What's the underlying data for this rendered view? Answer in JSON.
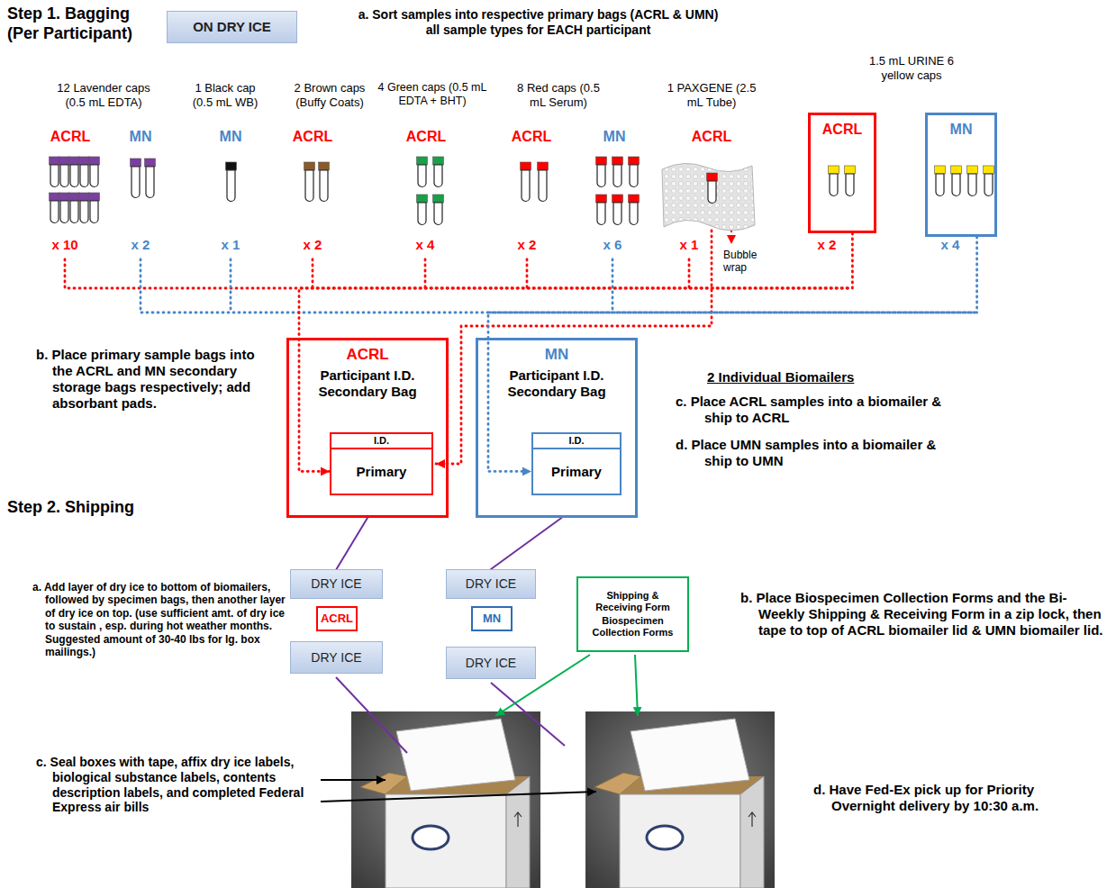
{
  "diagram": {
    "nodes": [
      {
        "text": [
          "ON DRY ICE"
        ]
      },
      {
        "text": [
          "ACRL"
        ]
      },
      {
        "text": [
          "MN"
        ]
      },
      {
        "text": [
          "ACRL",
          "Participant I.D. Secondary Bag"
        ]
      },
      {
        "text": [
          "I.D.",
          "Primary"
        ],
        "in": 3
      },
      {
        "text": [
          "MN",
          "Participant I.D. Secondary Bag"
        ]
      },
      {
        "text": [
          "I.D.",
          "Primary"
        ],
        "in": 5
      },
      {
        "text": [
          "DRY ICE"
        ]
      },
      {
        "text": [
          "ACRL"
        ]
      },
      {
        "text": [
          "DRY ICE"
        ]
      },
      {
        "text": [
          "DRY ICE"
        ]
      },
      {
        "text": [
          "MN"
        ]
      },
      {
        "text": [
          "DRY ICE"
        ]
      },
      {
        "text": [
          "Shipping & Receiving Form",
          "Biospecimen Collection Forms"
        ]
      }
    ],
    "edges": [
      {
        "from": 1,
        "to": 4,
        "arrow": "to"
      },
      {
        "from": 2,
        "to": 6,
        "arrow": "to"
      },
      {
        "from": 3,
        "to": 7,
        "arrow": "none"
      },
      {
        "from": 5,
        "to": 10,
        "arrow": "none"
      }
    ],
    "labels": [
      "Step 1. Bagging (Per Participant)",
      "a. Sort samples into respective primary bags (ACRL & UMN) all sample types for EACH participant",
      "12 Lavender caps (0.5 mL EDTA)",
      "1 Black cap (0.5 mL WB)",
      "2 Brown caps (Buffy Coats)",
      "4 Green caps (0.5 mL EDTA + BHT)",
      "8 Red caps (0.5 mL Serum)",
      "1 PAXGENE (2.5 mL Tube)",
      "1.5 mL URINE 6 yellow caps",
      "ACRL",
      "MN",
      "MN",
      "ACRL",
      "ACRL",
      "ACRL",
      "MN",
      "ACRL",
      "x 10",
      "x 2",
      "x 1",
      "x 2",
      "x 4",
      "x 2",
      "x 6",
      "x 1",
      "Bubble wrap",
      "x 2",
      "x 4",
      "b. Place primary sample bags into the ACRL and MN secondary storage bags respectively; add absorbant pads.",
      "2 Individual Biomailers",
      "c. Place ACRL samples into a biomailer & ship to ACRL",
      "d. Place UMN samples into a biomailer & ship to UMN",
      "Step 2. Shipping",
      "a. Add layer of dry ice to bottom of biomailers, followed by specimen bags, then another layer of dry ice on top. (use sufficient amt. of dry ice to sustain , esp. during hot weather months. Suggested amount of 30-40 lbs for lg. box mailings.)",
      "b. Place Biospecimen Collection Forms and the Bi-Weekly Shipping & Receiving Form in a zip lock, then tape to top of ACRL biomailer lid & UMN biomailer lid.",
      "c. Seal boxes with tape, affix dry ice labels, biological substance labels, contents description labels, and completed Federal Express air bills",
      "d. Have Fed-Ex pick up for Priority Overnight delivery by 10:30 a.m."
    ]
  }
}
